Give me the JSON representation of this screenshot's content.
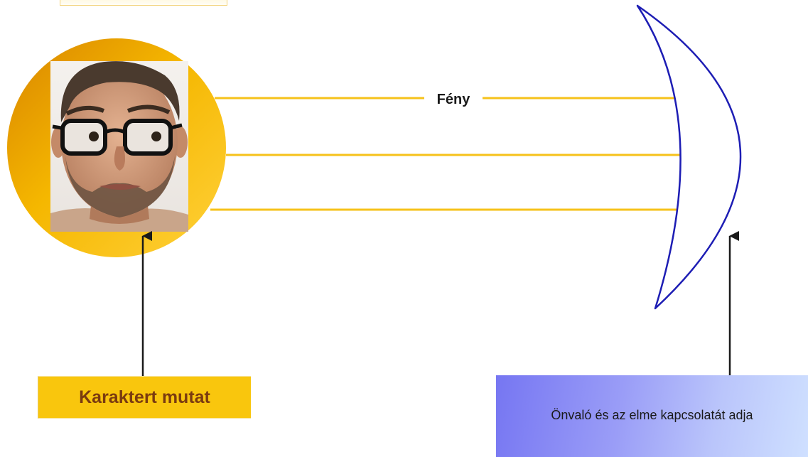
{
  "diagram": {
    "light_label": "Fény",
    "character_label": "Karaktert mutat",
    "self_mind_label": "Önvaló és az elme kapcsolatát adja"
  },
  "colors": {
    "ray": "#f6c21a",
    "mirror": "#1d1db4",
    "circle": "#f2b300",
    "label_box": "#f9c60d",
    "label_text": "#7a3b10"
  },
  "icons": [
    "portrait-photo",
    "arrow-up",
    "arrow-right"
  ]
}
